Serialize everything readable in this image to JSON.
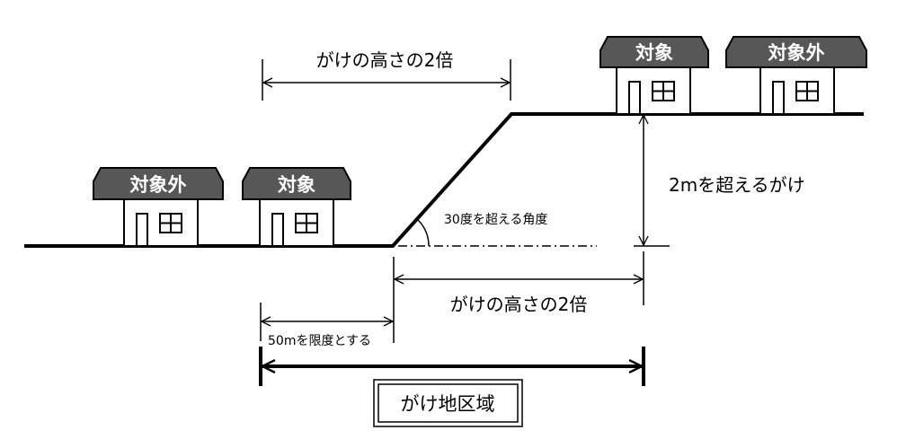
{
  "houses": {
    "lower_far": "対象外",
    "lower_near": "対象",
    "upper_near": "対象",
    "upper_far": "対象外"
  },
  "labels": {
    "top_distance": "がけの高さの2倍",
    "cliff_height": "2mを超えるがけ",
    "slope_angle": "30度を超える角度",
    "bottom_distance": "がけの高さの2倍",
    "limit": "50mを限度とする",
    "zone": "がけ地区域"
  },
  "colors": {
    "roof": "#575757",
    "line": "#000000",
    "background": "#ffffff"
  }
}
